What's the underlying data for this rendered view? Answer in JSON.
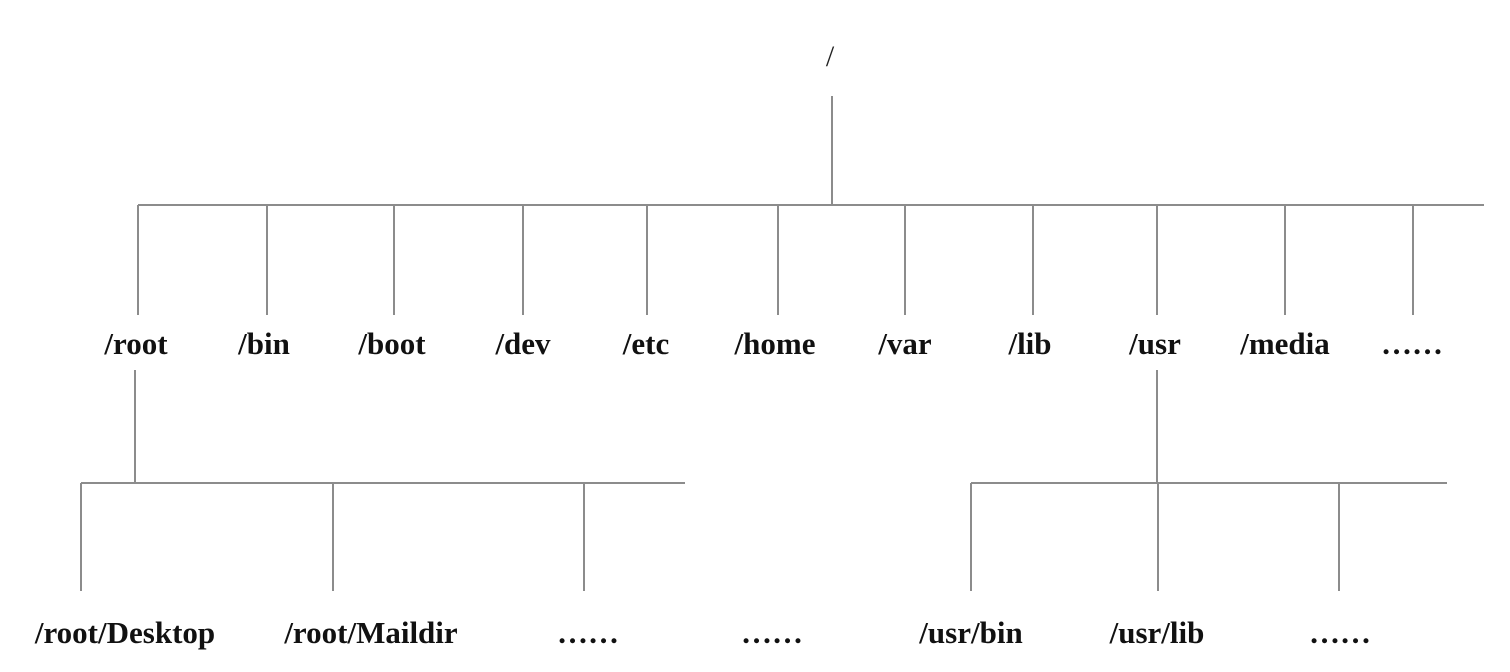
{
  "tree": {
    "root": "/",
    "level1": [
      "/root",
      "/bin",
      "/boot",
      "/dev",
      "/etc",
      "/home",
      "/var",
      "/lib",
      "/usr",
      "/media",
      "……"
    ],
    "root_children": [
      "/root/Desktop",
      "/root/Maildir",
      "……"
    ],
    "between_ellipsis": "……",
    "usr_children": [
      "/usr/bin",
      "/usr/lib",
      "……"
    ]
  },
  "colors": {
    "line": "#8c8c8c",
    "text": "#111111",
    "background": "#ffffff"
  }
}
